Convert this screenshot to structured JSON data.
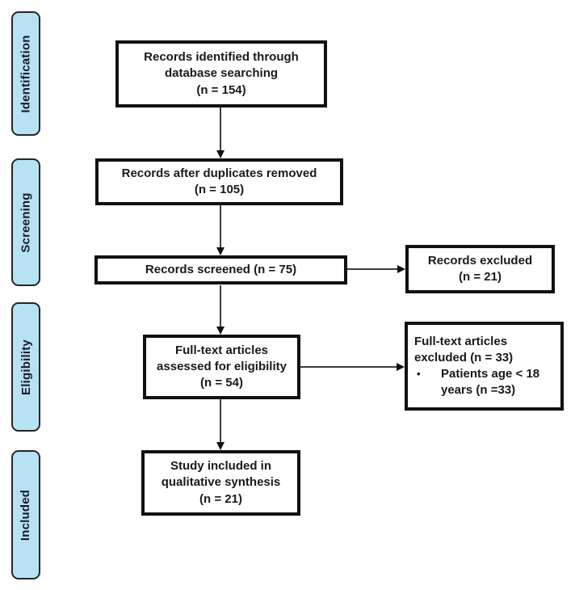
{
  "theme": {
    "page-bg": "#ffffff",
    "stage-fill": "#b7e2f3",
    "stage-border": "#262626",
    "stage-text": "#19192b",
    "box-border": "#111111",
    "box-text": "#1a1a1a",
    "arrow-line": "#3d3d3d",
    "arrow-head": "#111111"
  },
  "diagram": {
    "type": "prisma-flow-diagram",
    "stages": [
      {
        "label": "Identification"
      },
      {
        "label": "Screening"
      },
      {
        "label": "Eligibility"
      },
      {
        "label": "Included"
      }
    ],
    "boxes": {
      "identified": {
        "lines": [
          "Records identified through",
          "database searching",
          "(n = 154)"
        ]
      },
      "after_duplicates": {
        "lines": [
          "Records after duplicates removed",
          "(n = 105)"
        ]
      },
      "screened": {
        "lines": [
          "Records screened (n = 75)"
        ]
      },
      "records_excluded": {
        "lines": [
          "Records excluded",
          "(n = 21)"
        ]
      },
      "fulltext_assessed": {
        "lines": [
          "Full-text articles",
          "assessed for eligibility",
          "(n = 54)"
        ]
      },
      "fulltext_excluded": {
        "lines": [
          "Full-text articles",
          "excluded (n = 33)"
        ],
        "bullet_marker": "•",
        "bullet_text": "Patients age < 18 years (n =33)"
      },
      "included_qualitative": {
        "lines": [
          "Study included in",
          "qualitative synthesis",
          "(n = 21)"
        ]
      }
    }
  }
}
